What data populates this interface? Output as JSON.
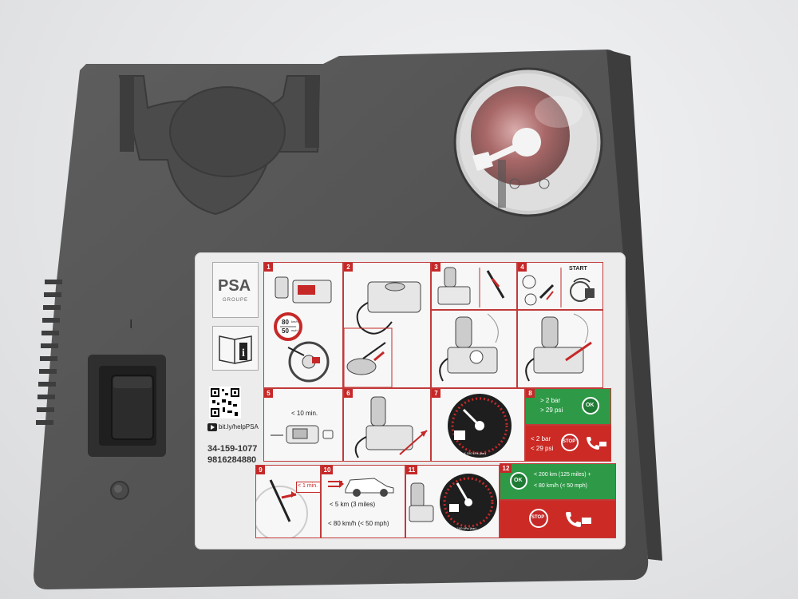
{
  "label": {
    "brand": "PSA",
    "brand_sub": "GROUPE",
    "help_link": "bit.ly/helpPSA",
    "part_number_1": "34-159-1077",
    "part_number_2": "9816284880",
    "start_label": "START",
    "speed_sign_top": "80",
    "speed_sign_bottom": "50",
    "speed_sign_unit_top": "km/h",
    "speed_sign_unit_bottom": "mph",
    "info_icon": "info-book-icon",
    "steps": [
      {
        "num": "1"
      },
      {
        "num": "2"
      },
      {
        "num": "3"
      },
      {
        "num": "4"
      },
      {
        "num": "5",
        "text": "< 10 min."
      },
      {
        "num": "6"
      },
      {
        "num": "7",
        "gauge_unit": "X 100 kPa (bar)"
      },
      {
        "num": "8",
        "ok_line1": "> 2 bar",
        "ok_line2": "> 29 psi",
        "ok": "OK",
        "stop_line1": "< 2 bar",
        "stop_line2": "< 29 psi",
        "stop": "STOP"
      },
      {
        "num": "9",
        "text": "< 1 min."
      },
      {
        "num": "10",
        "line1": "< 5 km (3 miles)",
        "line2": "< 80 km/h (< 50 mph)"
      },
      {
        "num": "11",
        "gauge_unit": "X 100 kPa (bar)"
      },
      {
        "num": "12",
        "ok": "OK",
        "ok_line1": "< 200 km (125 miles) +",
        "ok_line2": "< 80 km/h (< 50 mph)",
        "stop": "STOP"
      }
    ]
  },
  "colors": {
    "device_body": "#565656",
    "label_red": "#c62828",
    "label_green": "#2e9a47"
  },
  "device": {
    "switch_mark": "I"
  }
}
